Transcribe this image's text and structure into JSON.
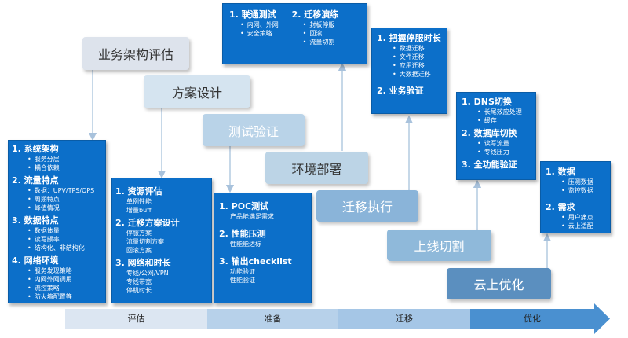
{
  "stages": [
    {
      "label": "业务架构评估",
      "color": "#dde3ec",
      "text_color": "#333333"
    },
    {
      "label": "方案设计",
      "color": "#d5e4f0",
      "text_color": "#333333"
    },
    {
      "label": "测试验证",
      "color": "#b9d3e8",
      "text_color": "#ffffff"
    },
    {
      "label": "环境部署",
      "color": "#bcd4e6",
      "text_color": "#333333"
    },
    {
      "label": "迁移执行",
      "color": "#8ab4d9",
      "text_color": "#ffffff"
    },
    {
      "label": "上线切割",
      "color": "#8fb9da",
      "text_color": "#ffffff"
    },
    {
      "label": "云上优化",
      "color": "#5b8fbf",
      "text_color": "#ffffff"
    }
  ],
  "boxes": {
    "assess": {
      "groups": [
        {
          "title": "1. 系统架构",
          "items": [
            "服务分层",
            "耦合依赖"
          ]
        },
        {
          "title": "2. 流量特点",
          "items": [
            "数据：UPV/TPS/QPS",
            "周期特点",
            "峰值情况"
          ]
        },
        {
          "title": "3. 数据特点",
          "items": [
            "数据体量",
            "读写频率",
            "结构化、非结构化"
          ]
        },
        {
          "title": "4. 网络环境",
          "items": [
            "服务发现策略",
            "内网外网调用",
            "流控策略",
            "防火墙配置等"
          ]
        }
      ]
    },
    "design": {
      "groups": [
        {
          "title": "1. 资源评估",
          "items": [
            "单例性能",
            "增量buff"
          ]
        },
        {
          "title": "2. 迁移方案设计",
          "items": [
            "停服方案",
            "流量切割方案",
            "回滚方案"
          ]
        },
        {
          "title": "3. 网络和时长",
          "items": [
            "专线/公网/VPN",
            "专线带宽",
            "停机时长"
          ]
        }
      ]
    },
    "test": {
      "groups": [
        {
          "title": "1. POC测试",
          "items": [
            "产品能满足需求"
          ]
        },
        {
          "title": "2. 性能压测",
          "items": [
            "性能能达标"
          ]
        },
        {
          "title": "3. 输出checklist",
          "items": [
            "功能验证",
            "性能验证"
          ]
        }
      ]
    },
    "deploy": {
      "col1": {
        "title": "1. 联通测试",
        "items": [
          "内网、外网",
          "安全策略"
        ]
      },
      "col2": {
        "title": "2. 迁移演练",
        "items": [
          "封板停服",
          "回滚",
          "流量切割"
        ]
      }
    },
    "migrate": {
      "groups": [
        {
          "title": "1. 把握停服时长",
          "items": [
            "数据迁移",
            "文件迁移",
            "应用迁移",
            "大数据迁移"
          ]
        },
        {
          "title": "2. 业务验证",
          "items": []
        }
      ]
    },
    "cutover": {
      "groups": [
        {
          "title": "1. DNS切换",
          "items": [
            "长尾效应处理",
            "缓存"
          ]
        },
        {
          "title": "2. 数据库切换",
          "items": [
            "读写流量",
            "专线压力"
          ]
        },
        {
          "title": "3. 全功能验证",
          "items": []
        }
      ]
    },
    "optimize": {
      "groups": [
        {
          "title": "1. 数据",
          "items": [
            "压测数据",
            "监控数据"
          ]
        },
        {
          "title": "2. 需求",
          "items": [
            "用户痛点",
            "云上适配"
          ]
        }
      ]
    }
  },
  "phases": [
    {
      "label": "评估",
      "color": "#dce6f2"
    },
    {
      "label": "准备",
      "color": "#b7d1ea"
    },
    {
      "label": "迁移",
      "color": "#a5c6e6"
    },
    {
      "label": "优化",
      "color": "#4a90d0"
    }
  ]
}
